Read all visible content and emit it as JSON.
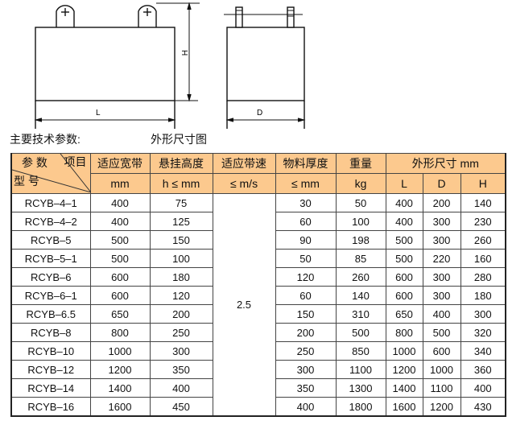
{
  "drawing": {
    "front_view": {
      "dim_width_label": "L",
      "dim_height_label": "H"
    },
    "side_view": {
      "dim_width_label": "D"
    }
  },
  "captions": {
    "main_params": "主要技术参数:",
    "outline_drawing": "外形尺寸图"
  },
  "table": {
    "corner": {
      "top_left": "参 数",
      "top_right": "项目",
      "bottom_left": "型 号"
    },
    "headers": [
      {
        "line1": "适应宽带",
        "line2": "mm"
      },
      {
        "line1": "悬挂高度",
        "line2": "h ≤ mm"
      },
      {
        "line1": "适应带速",
        "line2": "≤ m/s"
      },
      {
        "line1": "物料厚度",
        "line2": "≤ mm"
      },
      {
        "line1": "重量",
        "line2": "kg"
      }
    ],
    "dims_group": {
      "label": "外形尺寸 mm",
      "cols": [
        "L",
        "D",
        "H"
      ]
    },
    "belt_speed_merged": "2.5",
    "rows": [
      {
        "model": "RCYB–4–1",
        "belt_width": "400",
        "hang_height": "75",
        "thickness": "30",
        "weight": "50",
        "L": "400",
        "D": "200",
        "H": "140"
      },
      {
        "model": "RCYB–4–2",
        "belt_width": "400",
        "hang_height": "125",
        "thickness": "60",
        "weight": "100",
        "L": "400",
        "D": "300",
        "H": "230"
      },
      {
        "model": "RCYB–5",
        "belt_width": "500",
        "hang_height": "150",
        "thickness": "90",
        "weight": "198",
        "L": "500",
        "D": "300",
        "H": "260"
      },
      {
        "model": "RCYB–5–1",
        "belt_width": "500",
        "hang_height": "100",
        "thickness": "50",
        "weight": "85",
        "L": "500",
        "D": "220",
        "H": "160"
      },
      {
        "model": "RCYB–6",
        "belt_width": "600",
        "hang_height": "180",
        "thickness": "120",
        "weight": "260",
        "L": "600",
        "D": "300",
        "H": "280"
      },
      {
        "model": "RCYB–6–1",
        "belt_width": "600",
        "hang_height": "120",
        "thickness": "60",
        "weight": "140",
        "L": "600",
        "D": "300",
        "H": "180"
      },
      {
        "model": "RCYB–6.5",
        "belt_width": "650",
        "hang_height": "200",
        "thickness": "150",
        "weight": "310",
        "L": "650",
        "D": "400",
        "H": "300"
      },
      {
        "model": "RCYB–8",
        "belt_width": "800",
        "hang_height": "250",
        "thickness": "200",
        "weight": "500",
        "L": "800",
        "D": "500",
        "H": "320"
      },
      {
        "model": "RCYB–10",
        "belt_width": "1000",
        "hang_height": "300",
        "thickness": "250",
        "weight": "850",
        "L": "1000",
        "D": "600",
        "H": "340"
      },
      {
        "model": "RCYB–12",
        "belt_width": "1200",
        "hang_height": "350",
        "thickness": "300",
        "weight": "1100",
        "L": "1200",
        "D": "1000",
        "H": "360"
      },
      {
        "model": "RCYB–14",
        "belt_width": "1400",
        "hang_height": "400",
        "thickness": "350",
        "weight": "1300",
        "L": "1400",
        "D": "1100",
        "H": "400"
      },
      {
        "model": "RCYB–16",
        "belt_width": "1600",
        "hang_height": "450",
        "thickness": "400",
        "weight": "1800",
        "L": "1600",
        "D": "1200",
        "H": "430"
      }
    ]
  },
  "colors": {
    "header_bg": "#fcc98e",
    "border": "#444444"
  }
}
